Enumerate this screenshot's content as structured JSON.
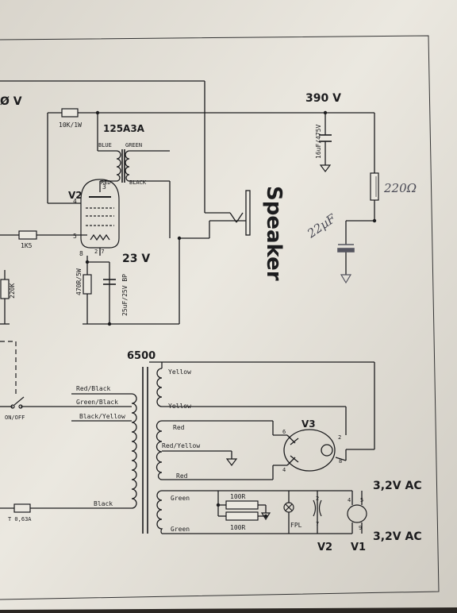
{
  "labels": {
    "voltage_top_left": "Ø V",
    "voltage_390": "390 V",
    "voltage_23": "23 V",
    "voltage_32_top": "3,2V AC",
    "voltage_32_bottom": "3,2V AC",
    "resistor_10k": "10K/1W",
    "transformer_125": "125A3A",
    "blue": "BLUE",
    "green_top": "GREEN",
    "red_top": "RED",
    "black_top": "BLACK",
    "tube_v2": "V2",
    "pin3": "3",
    "pin4": "4",
    "pin5": "5",
    "pin8": "8",
    "pin27": "2 7",
    "resistor_1k5": "1K5",
    "resistor_220k": "220K",
    "resistor_470r": "470R/5W",
    "cap_25u": "25uF/25V BP",
    "cap_16u": "16uF/475V",
    "speaker": "Speaker",
    "hand_220": "220Ω",
    "hand_22u": "22µF",
    "transformer_6500": "6500",
    "yellow1": "Yellow",
    "yellow2": "Yellow",
    "red_black": "Red/Black",
    "green_black": "Green/Black",
    "black_yellow": "Black/Yellow",
    "on_off": "ON/OFF",
    "red1": "Red",
    "red_yellow": "Red/Yellow",
    "red2": "Red",
    "tube_v3": "V3",
    "v3_pin6": "6",
    "v3_pin2": "2",
    "v3_pin4": "4",
    "v3_pin8": "8",
    "black_pri": "Black",
    "fuse": "T 0,63A",
    "green1": "Green",
    "green2": "Green",
    "r100a": "100R",
    "r100b": "100R",
    "fpl": "FPL",
    "f_pin2": "2",
    "f_pin7": "7",
    "f_pin4": "4",
    "f_pin5": "5",
    "f_pin9": "9",
    "f_v2": "V2",
    "f_v1": "V1"
  }
}
